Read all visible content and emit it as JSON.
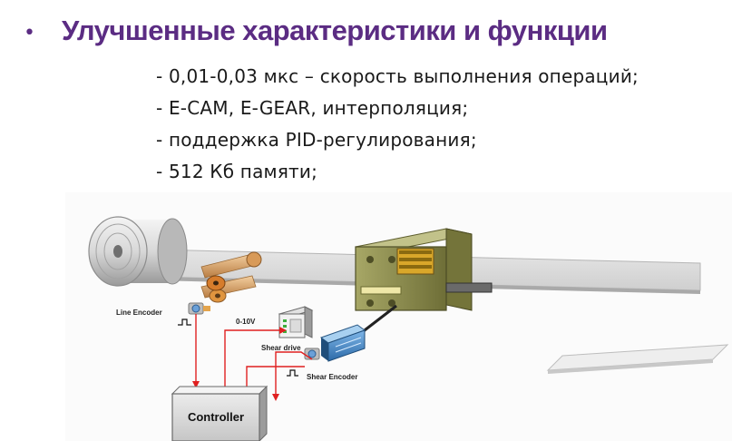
{
  "slide": {
    "bullet": "•",
    "heading": "Улучшенные характеристики и функции",
    "specs": [
      "- 0,01-0,03 мкс – скорость выполнения операций;",
      "- E-CAM, E-GEAR, интерполяция;",
      "- поддержка PID-регулирования;",
      "- 512 Кб памяти;"
    ]
  },
  "diagram": {
    "line_encoder": "Line Encoder",
    "voltage": "0-10V",
    "shear_drive": "Shear drive",
    "shear_encoder": "Shear Encoder",
    "controller": "Controller",
    "colors": {
      "heading": "#5b2c83",
      "signal_line": "#e02020",
      "cutter_body": "#8a8a4a",
      "motor": "#3a7fc0",
      "controller_box": "#d6d6d6"
    }
  }
}
